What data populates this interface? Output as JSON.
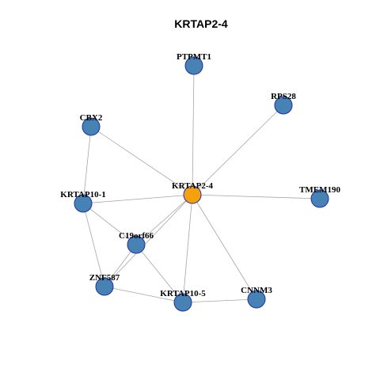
{
  "title": "KRTAP2-4",
  "colors": {
    "center_node": "#f5a00e",
    "neighbor_node": "#4682b4",
    "node_border": "#1f2fa8",
    "edge": "#a6a6a6"
  },
  "nodes": [
    {
      "id": "KRTAP2-4",
      "label": "KRTAP2-4",
      "role": "center"
    },
    {
      "id": "PTPMT1",
      "label": "PTPMT1",
      "role": "neighbor"
    },
    {
      "id": "RPS28",
      "label": "RPS28",
      "role": "neighbor"
    },
    {
      "id": "CBX2",
      "label": "CBX2",
      "role": "neighbor"
    },
    {
      "id": "KRTAP10-1",
      "label": "KRTAP10-1",
      "role": "neighbor"
    },
    {
      "id": "TMEM190",
      "label": "TMEM190",
      "role": "neighbor"
    },
    {
      "id": "C19orf66",
      "label": "C19orf66",
      "role": "neighbor"
    },
    {
      "id": "ZNF587",
      "label": "ZNF587",
      "role": "neighbor"
    },
    {
      "id": "KRTAP10-5",
      "label": "KRTAP10-5",
      "role": "neighbor"
    },
    {
      "id": "CNNM3",
      "label": "CNNM3",
      "role": "neighbor"
    }
  ],
  "edges": [
    [
      "KRTAP2-4",
      "PTPMT1"
    ],
    [
      "KRTAP2-4",
      "RPS28"
    ],
    [
      "KRTAP2-4",
      "CBX2"
    ],
    [
      "KRTAP2-4",
      "KRTAP10-1"
    ],
    [
      "KRTAP2-4",
      "TMEM190"
    ],
    [
      "KRTAP2-4",
      "C19orf66"
    ],
    [
      "KRTAP2-4",
      "ZNF587"
    ],
    [
      "KRTAP2-4",
      "KRTAP10-5"
    ],
    [
      "KRTAP2-4",
      "CNNM3"
    ],
    [
      "CBX2",
      "KRTAP10-1"
    ],
    [
      "KRTAP10-1",
      "C19orf66"
    ],
    [
      "KRTAP10-1",
      "ZNF587"
    ],
    [
      "C19orf66",
      "ZNF587"
    ],
    [
      "C19orf66",
      "KRTAP10-5"
    ],
    [
      "ZNF587",
      "KRTAP10-5"
    ],
    [
      "KRTAP10-5",
      "CNNM3"
    ]
  ]
}
